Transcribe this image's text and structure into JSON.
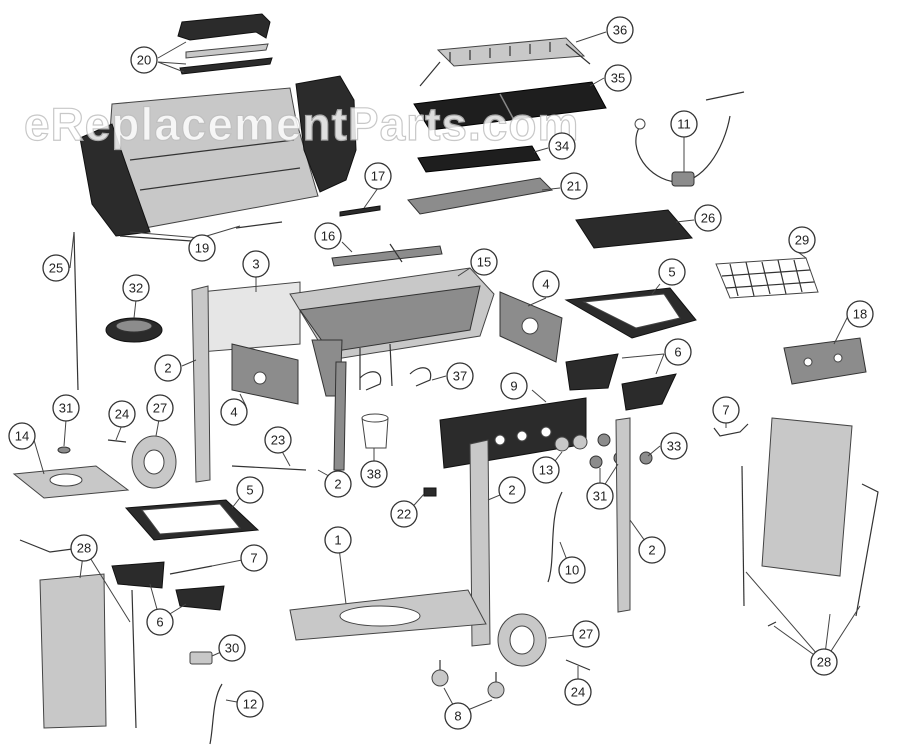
{
  "watermark": "eReplacementParts.com",
  "callouts": [
    {
      "id": "c20",
      "label": "20"
    },
    {
      "id": "c36",
      "label": "36"
    },
    {
      "id": "c35",
      "label": "35"
    },
    {
      "id": "c11",
      "label": "11"
    },
    {
      "id": "c34",
      "label": "34"
    },
    {
      "id": "c17",
      "label": "17"
    },
    {
      "id": "c21",
      "label": "21"
    },
    {
      "id": "c19",
      "label": "19"
    },
    {
      "id": "c26",
      "label": "26"
    },
    {
      "id": "c16",
      "label": "16"
    },
    {
      "id": "c25",
      "label": "25"
    },
    {
      "id": "c3",
      "label": "3"
    },
    {
      "id": "c15",
      "label": "15"
    },
    {
      "id": "c29",
      "label": "29"
    },
    {
      "id": "c32",
      "label": "32"
    },
    {
      "id": "c4a",
      "label": "4"
    },
    {
      "id": "c5a",
      "label": "5"
    },
    {
      "id": "c18",
      "label": "18"
    },
    {
      "id": "c2a",
      "label": "2"
    },
    {
      "id": "c6a",
      "label": "6"
    },
    {
      "id": "c37",
      "label": "37"
    },
    {
      "id": "c9",
      "label": "9"
    },
    {
      "id": "c4b",
      "label": "4"
    },
    {
      "id": "c31a",
      "label": "31"
    },
    {
      "id": "c24a",
      "label": "24"
    },
    {
      "id": "c27a",
      "label": "27"
    },
    {
      "id": "c7a",
      "label": "7"
    },
    {
      "id": "c14",
      "label": "14"
    },
    {
      "id": "c23",
      "label": "23"
    },
    {
      "id": "c33",
      "label": "33"
    },
    {
      "id": "c13",
      "label": "13"
    },
    {
      "id": "c38",
      "label": "38"
    },
    {
      "id": "c2b",
      "label": "2"
    },
    {
      "id": "c31b",
      "label": "31"
    },
    {
      "id": "c2c",
      "label": "2"
    },
    {
      "id": "c5b",
      "label": "5"
    },
    {
      "id": "c22",
      "label": "22"
    },
    {
      "id": "c1",
      "label": "1"
    },
    {
      "id": "c2d",
      "label": "2"
    },
    {
      "id": "c28a",
      "label": "28"
    },
    {
      "id": "c7b",
      "label": "7"
    },
    {
      "id": "c10",
      "label": "10"
    },
    {
      "id": "c6b",
      "label": "6"
    },
    {
      "id": "c27b",
      "label": "27"
    },
    {
      "id": "c30",
      "label": "30"
    },
    {
      "id": "c28b",
      "label": "28"
    },
    {
      "id": "c24b",
      "label": "24"
    },
    {
      "id": "c12",
      "label": "12"
    },
    {
      "id": "c8",
      "label": "8"
    }
  ]
}
